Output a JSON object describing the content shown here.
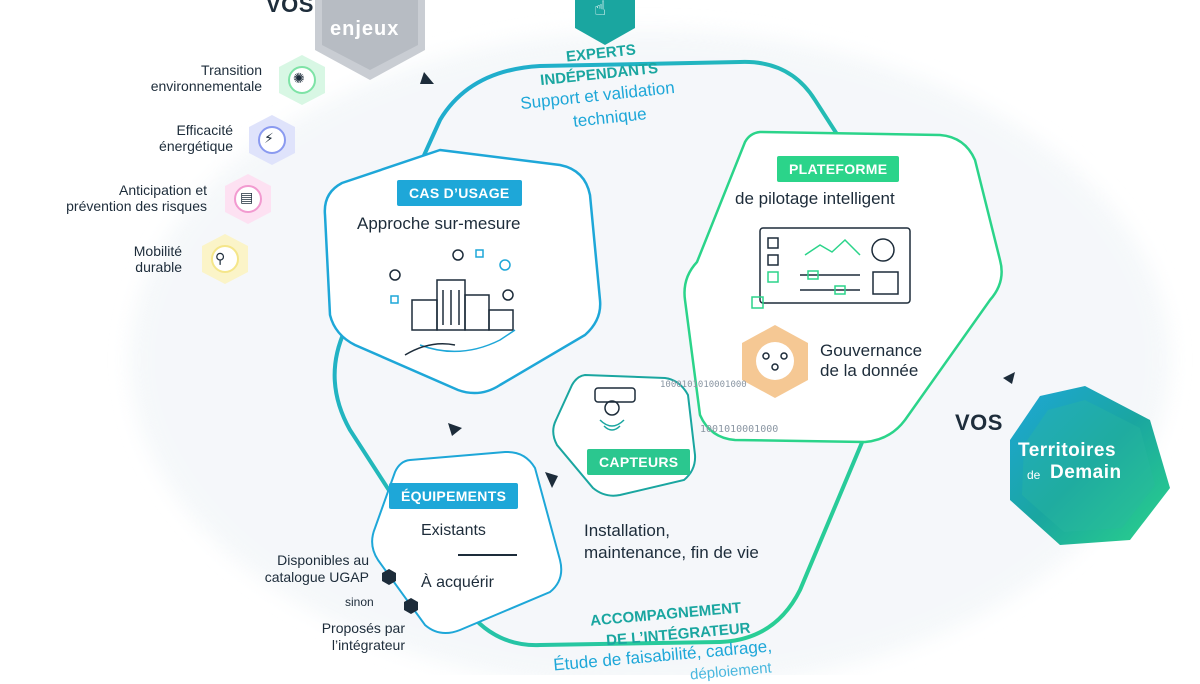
{
  "top": {
    "vos": "VOS",
    "enjeux": "enjeux"
  },
  "enjeux_items": [
    {
      "label": "Transition\nenvironnementale",
      "color": "#7ee3a6"
    },
    {
      "label": "Efficacité\nénergétique",
      "color": "#8a9af0"
    },
    {
      "label": "Anticipation et\nprévention des risques",
      "color": "#f29ad0"
    },
    {
      "label": "Mobilité\ndurable",
      "color": "#f5e68a"
    }
  ],
  "experts": {
    "title_1": "EXPERTS",
    "title_2": "INDÉPENDANTS",
    "sub_1": "Support et validation",
    "sub_2": "technique"
  },
  "cas_usage": {
    "tag": "CAS D’USAGE",
    "text": "Approche sur-mesure"
  },
  "plateforme": {
    "tag": "PLATEFORME",
    "text": "de pilotage intelligent",
    "gov_1": "Gouvernance",
    "gov_2": "de la donnée"
  },
  "capteurs": {
    "tag": "CAPTEURS",
    "binary_1": "1000101010001000",
    "binary_2": "1001010001000"
  },
  "equipements": {
    "tag": "ÉQUIPEMENTS",
    "existants": "Existants",
    "acquerir": "À acquérir"
  },
  "installation": {
    "line_1": "Installation,",
    "line_2": "maintenance, fin de vie"
  },
  "ugap": {
    "dispo_1": "Disponibles au",
    "dispo_2": "catalogue UGAP",
    "sinon": "sinon",
    "proposes_1": "Proposés par",
    "proposes_2": "l’intégrateur"
  },
  "accompagnement": {
    "title_1": "ACCOMPAGNEMENT",
    "title_2": "DE L’INTÉGRATEUR",
    "sub_1": "Étude de faisabilité, cadrage,",
    "sub_2": "déploiement"
  },
  "territoires": {
    "vos": "VOS",
    "line_1": "Territoires",
    "line_2": "de",
    "line_3": "Demain"
  },
  "colors": {
    "blue": "#1ea7d8",
    "green": "#2bd48a",
    "navy": "#1d2c3a",
    "teal": "#1aa6a0"
  }
}
